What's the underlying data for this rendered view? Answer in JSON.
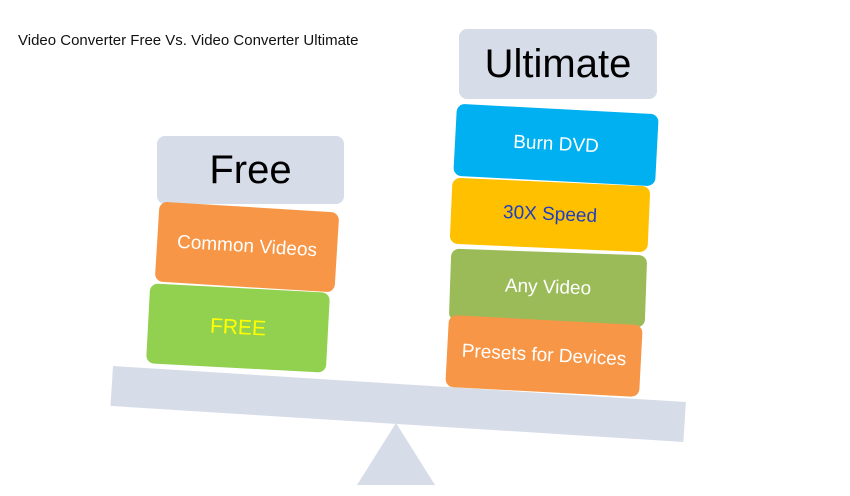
{
  "title": "Video Converter Free Vs. Video Converter Ultimate",
  "free": {
    "heading": "Free",
    "blocks": [
      {
        "label": "Common Videos",
        "color": "#f79646",
        "text_color": "#ffffff"
      },
      {
        "label": "FREE",
        "color": "#92d050",
        "text_color": "#ffff00"
      }
    ]
  },
  "ultimate": {
    "heading": "Ultimate",
    "blocks": [
      {
        "label": "Burn DVD",
        "color": "#00b0f0",
        "text_color": "#ffffff"
      },
      {
        "label": "30X Speed",
        "color": "#ffc000",
        "text_color": "#1f3fbf"
      },
      {
        "label": "Any Video",
        "color": "#9bbb59",
        "text_color": "#ffffff"
      },
      {
        "label": "Presets for Devices",
        "color": "#f79646",
        "text_color": "#ffffff"
      }
    ]
  },
  "colors": {
    "scale": "#d6dce8",
    "heading_box": "#d6dce8"
  }
}
